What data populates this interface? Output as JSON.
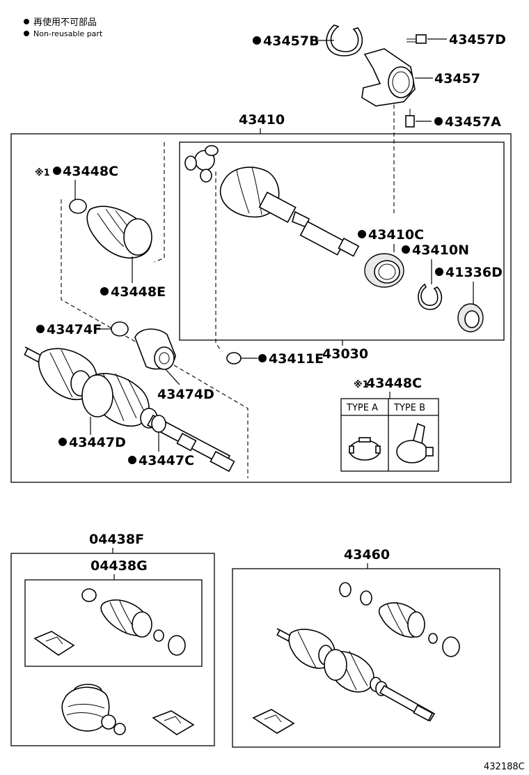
{
  "legend": {
    "bullet_jp": "再使用不可部品",
    "bullet_en": "Non-reusable part"
  },
  "labels": {
    "p43457B": "43457B",
    "p43457D": "43457D",
    "p43457": "43457",
    "p43457A": "43457A",
    "p43410": "43410",
    "p43448C_ref": "43448C",
    "ref_mark": "※1",
    "p43448E": "43448E",
    "p43410C": "43410C",
    "p43410N": "43410N",
    "p41336D": "41336D",
    "p43474F": "43474F",
    "p43411E": "43411E",
    "p43030": "43030",
    "p43474D": "43474D",
    "p43448C_box": "43448C",
    "p43447D": "43447D",
    "p43447C": "43447C",
    "p04438F": "04438F",
    "p04438G": "04438G",
    "p43460": "43460"
  },
  "type_table": {
    "col_a": "TYPE A",
    "col_b": "TYPE B"
  },
  "figure_id": "432188C"
}
